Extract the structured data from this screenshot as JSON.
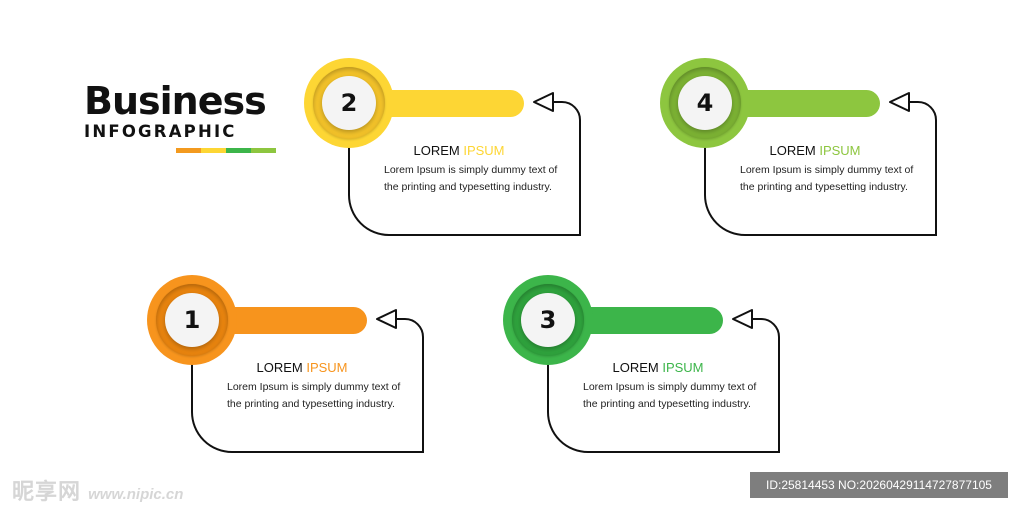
{
  "title": {
    "main": "Business",
    "sub": "INFOGRAPHIC"
  },
  "title_bar_colors": [
    "#f39a1f",
    "#fdd634",
    "#3cb54a",
    "#8dc63f"
  ],
  "steps": [
    {
      "number": "2",
      "heading_a": "LOREM ",
      "heading_b": "IPSUM",
      "body": "Lorem Ipsum is simply dummy text of the printing and typesetting industry.",
      "color": "#fdd634",
      "color_dark": "#f2c22a"
    },
    {
      "number": "4",
      "heading_a": "LOREM ",
      "heading_b": "IPSUM",
      "body": "Lorem Ipsum is simply dummy text of the printing and typesetting industry.",
      "color": "#8dc63f",
      "color_dark": "#7cb234"
    },
    {
      "number": "1",
      "heading_a": "LOREM ",
      "heading_b": "IPSUM",
      "body": "Lorem Ipsum is simply dummy text of the printing and typesetting industry.",
      "color": "#f7941d",
      "color_dark": "#e8840f"
    },
    {
      "number": "3",
      "heading_a": "LOREM ",
      "heading_b": "IPSUM",
      "body": "Lorem Ipsum is simply dummy text of the printing and typesetting industry.",
      "color": "#3cb54a",
      "color_dark": "#2fa23d"
    }
  ],
  "watermark": {
    "left": "昵享网",
    "left_url": "www.nipic.cn",
    "right": "ID:25814453 NO:20260429114727877105"
  }
}
